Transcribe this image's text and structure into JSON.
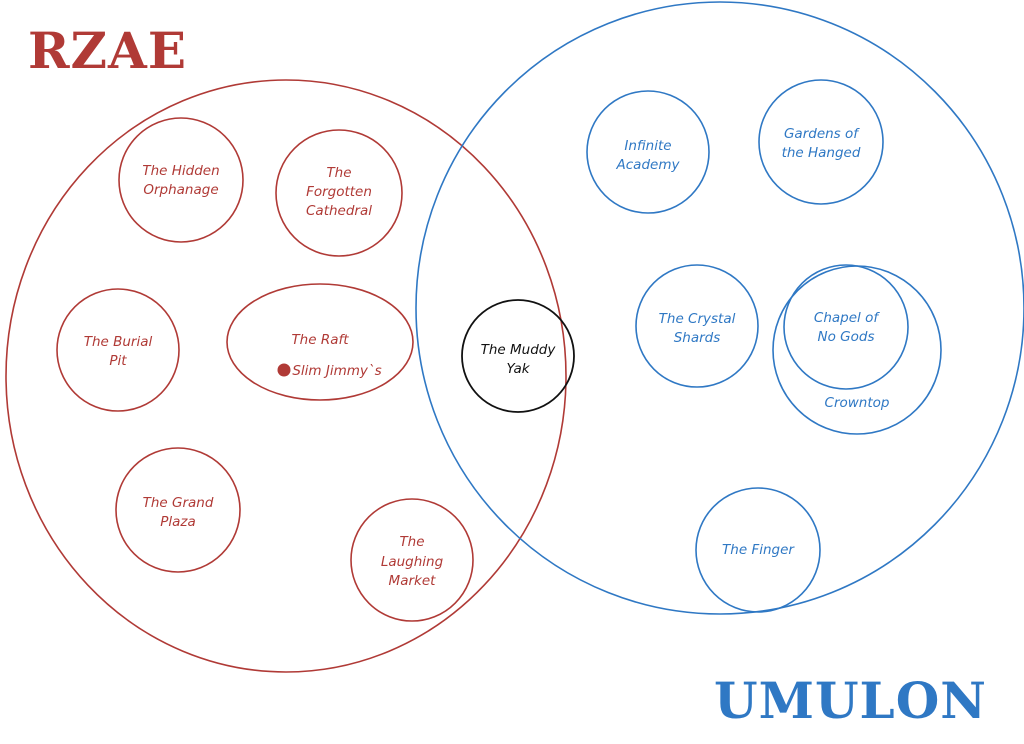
{
  "titles": {
    "left": "RZAE",
    "right": "UMULON"
  },
  "colors": {
    "rzae": "#b03a36",
    "umulon": "#2f78c4",
    "shared": "#111111"
  },
  "rzae_locations": {
    "hidden_orphanage": [
      "The Hidden",
      "Orphanage"
    ],
    "forgotten_cathedral": [
      "The",
      "Forgotten",
      "Cathedral"
    ],
    "burial_pit": [
      "The Burial",
      "Pit"
    ],
    "raft": "The Raft",
    "raft_sublocation": "Slim Jimmy`s",
    "grand_plaza": [
      "The Grand",
      "Plaza"
    ],
    "laughing_market": [
      "The",
      "Laughing",
      "Market"
    ]
  },
  "shared_location": [
    "The Muddy",
    "Yak"
  ],
  "umulon_locations": {
    "infinite_academy": [
      "Infinite",
      "Academy"
    ],
    "gardens_hanged": [
      "Gardens of",
      "the Hanged"
    ],
    "crystal_shards": [
      "The Crystal",
      "Shards"
    ],
    "chapel_no_gods": [
      "Chapel of",
      "No Gods"
    ],
    "crowntop": "Crowntop",
    "finger": "The Finger"
  }
}
